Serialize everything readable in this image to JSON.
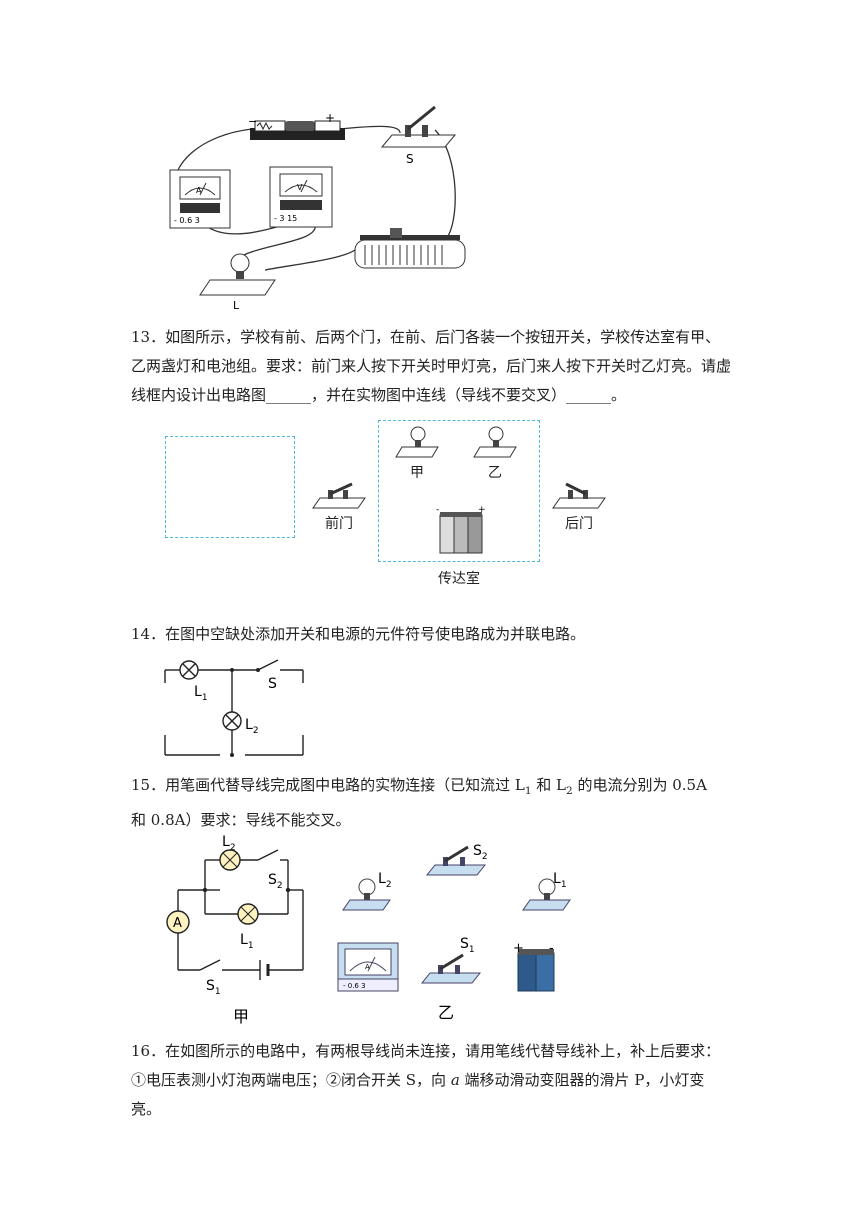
{
  "fig12": {
    "minus": "−",
    "plus": "+",
    "switch_label": "S",
    "ammeter_unit": "A",
    "voltmeter_unit": "V",
    "ammeter_scale": "- 0.6 3",
    "voltmeter_scale": "- 3 15",
    "lamp_label": "L"
  },
  "q13": {
    "line1": "13．如图所示，学校有前、后两个门，在前、后门各装一个按钮开关，学校传达室有甲、",
    "line2": "乙两盏灯和电池组。要求：前门来人按下开关时甲灯亮，后门来人按下开关时乙灯亮。请虚",
    "line3": "线框内设计出电路图______，并在实物图中连线（导线不要交叉）______。",
    "lamp_jia": "甲",
    "lamp_yi": "乙",
    "front_door": "前门",
    "back_door": "后门",
    "room": "传达室"
  },
  "q14": {
    "text": "14．在图中空缺处添加开关和电源的元件符号使电路成为并联电路。",
    "l1": "L",
    "l1_sub": "1",
    "l2": "L",
    "l2_sub": "2",
    "s": "S"
  },
  "q15": {
    "line1_a": "15．用笔画代替导线完成图中电路的实物连接（已知流过 L",
    "line1_s1": "1",
    "line1_b": " 和 L",
    "line1_s2": "2",
    "line1_c": " 的电流分别为 0.5A",
    "line2": "和 0.8A）要求：导线不能交叉。",
    "l2": "L",
    "l2_sub": "2",
    "s2": "S",
    "s2_sub": "2",
    "a": "A",
    "l1": "L",
    "l1_sub": "1",
    "s1": "S",
    "s1_sub": "1",
    "jia": "甲",
    "yi": "乙",
    "meter_scale": "- 0.6 3",
    "meter_a": "A",
    "bat_plus": "+",
    "bat_minus": "-"
  },
  "q16": {
    "line1": "16．在如图所示的电路中，有两根导线尚未连接，请用笔线代替导线补上，补上后要求：",
    "line2_a": "①电压表测小灯泡两端电压；②闭合开关 S，向 ",
    "line2_em": "a",
    "line2_b": " 端移动滑动变阻器的滑片 P，小灯变亮。"
  }
}
